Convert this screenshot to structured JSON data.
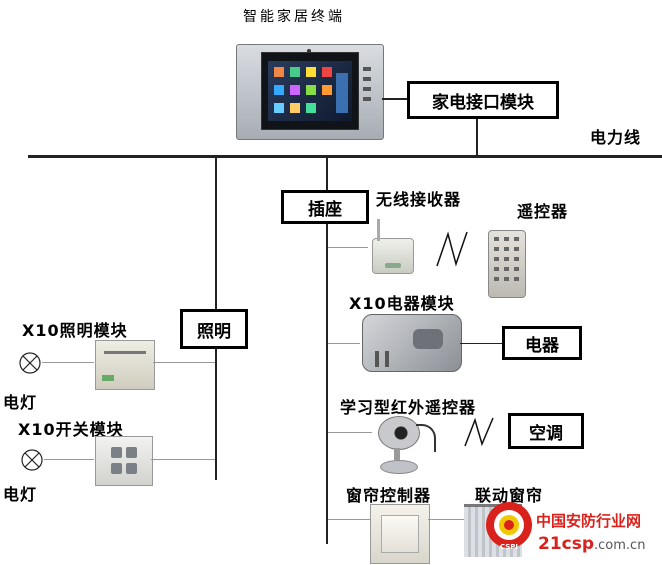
{
  "title": "智能家居终端",
  "power_line_label": "电力线",
  "boxes": {
    "appliance_interface": "家电接口模块",
    "socket": "插座",
    "lighting": "照明",
    "appliance": "电器",
    "air_conditioner": "空调"
  },
  "labels": {
    "wireless_receiver": "无线接收器",
    "remote_control": "遥控器",
    "x10_appliance_module": "X10电器模块",
    "x10_lighting_module": "X10照明模块",
    "lamp1": "电灯",
    "x10_switch_module": "X10开关模块",
    "lamp2": "电灯",
    "learning_ir_remote": "学习型红外遥控器",
    "curtain_controller": "窗帘控制器",
    "linked_curtain": "联动窗帘"
  },
  "watermark": {
    "name": "中国安防行业网",
    "site_prefix": "21csp",
    "site_suffix": ".com.cn",
    "logo_text": "CSPI"
  },
  "colors": {
    "line": "#222222",
    "watermark_red": "#d9221c"
  }
}
